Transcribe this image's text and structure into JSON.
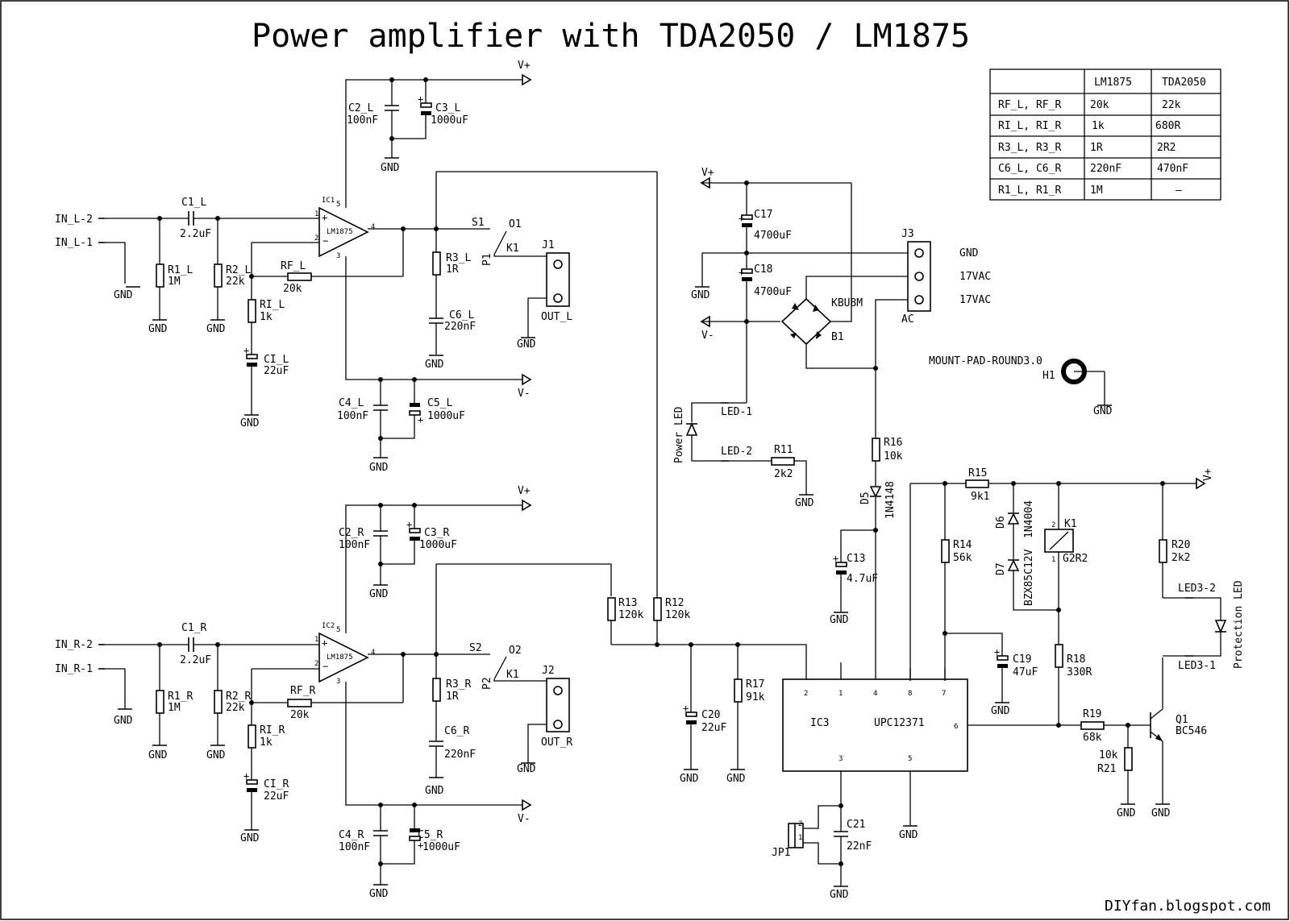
{
  "title": "Power amplifier with TDA2050 / LM1875",
  "footer": "DIYfan.blogspot.com",
  "accent_color": "#000000",
  "table": {
    "headers": [
      "",
      "LM1875",
      "TDA2050"
    ],
    "rows": [
      [
        "RF_L, RF_R",
        "20k",
        "22k"
      ],
      [
        "RI_L, RI_R",
        "1k",
        "680R"
      ],
      [
        "R3_L, R3_R",
        "1R",
        "2R2"
      ],
      [
        "C6_L, C6_R",
        "220nF",
        "470nF"
      ],
      [
        "R1_L, R1_R",
        "1M",
        "—"
      ]
    ]
  },
  "nets": {
    "vplus": "V+",
    "vminus": "V-",
    "gnd": "GND"
  },
  "left": {
    "in2": "IN_L-2",
    "in1": "IN_L-1",
    "c1": "C1_L",
    "c1v": "2.2uF",
    "r1": "R1_L",
    "r1v": "1M",
    "r2": "R2_L",
    "r2v": "22k",
    "rf": "RF_L",
    "rfv": "20k",
    "ri": "RI_L",
    "riv": "1k",
    "ci": "CI_L",
    "civ": "22uF",
    "ic": "IC1",
    "icpart": "LM1875",
    "c2": "C2_L",
    "c2v": "100nF",
    "c3": "C3_L",
    "c3v": "1000uF",
    "c4": "C4_L",
    "c4v": "100nF",
    "c5": "C5_L",
    "c5v": "1000uF",
    "r3": "R3_L",
    "r3v": "1R",
    "c6": "C6_L",
    "c6v": "220nF",
    "s": "S1",
    "o": "O1",
    "p": "P1",
    "k": "K1",
    "j": "J1",
    "out": "OUT_L"
  },
  "right": {
    "in2": "IN_R-2",
    "in1": "IN_R-1",
    "c1": "C1_R",
    "c1v": "2.2uF",
    "r1": "R1_R",
    "r1v": "1M",
    "r2": "R2_R",
    "r2v": "22k",
    "rf": "RF_R",
    "rfv": "20k",
    "ri": "RI_R",
    "riv": "1k",
    "ci": "CI_R",
    "civ": "22uF",
    "ic": "IC2",
    "icpart": "LM1875",
    "c2": "C2_R",
    "c2v": "100nF",
    "c3": "C3_R",
    "c3v": "1000uF",
    "c4": "C4_R",
    "c4v": "100nF",
    "c5": "C5_R",
    "c5v": "1000uF",
    "r3": "R3_R",
    "r3v": "1R",
    "c6": "C6_R",
    "c6v": "220nF",
    "s": "S2",
    "o": "O2",
    "p": "P2",
    "k": "K1",
    "j": "J2",
    "out": "OUT_R"
  },
  "supply": {
    "c17": "C17",
    "c17v": "4700uF",
    "c18": "C18",
    "c18v": "4700uF",
    "bridge": "KBU8M",
    "b1": "B1",
    "j3": "J3",
    "ac": "AC",
    "gnd_label": "GND",
    "vac1": "17VAC",
    "vac2": "17VAC",
    "mount": "MOUNT-PAD-ROUND3.0",
    "h1": "H1",
    "power_led": "Power LED",
    "led1": "LED-1",
    "led2": "LED-2",
    "r11": "R11",
    "r11v": "2k2"
  },
  "protect": {
    "r16": "R16",
    "r16v": "10k",
    "d5": "D5",
    "d5v": "1N4148",
    "c13": "C13",
    "c13v": "4.7uF",
    "r15": "R15",
    "r15v": "9k1",
    "d6": "D6",
    "d6v": "1N4004",
    "d7": "D7",
    "d7v": "BZX85C12V",
    "k1": "K1",
    "k1v": "G2R2",
    "r14": "R14",
    "r14v": "56k",
    "c19": "C19",
    "c19v": "47uF",
    "r18": "R18",
    "r18v": "330R",
    "r13": "R13",
    "r13v": "120k",
    "r12": "R12",
    "r12v": "120k",
    "c20": "C20",
    "c20v": "22uF",
    "r17": "R17",
    "r17v": "91k",
    "ic3": "IC3",
    "ic3v": "UPC12371",
    "c21": "C21",
    "c21v": "22nF",
    "jp1": "JP1",
    "r19": "R19",
    "r19v": "68k",
    "r21": "R21",
    "r21v": "10k",
    "q1": "Q1",
    "q1v": "BC546",
    "r20": "R20",
    "r20v": "2k2",
    "led3_2": "LED3-2",
    "led3_1": "LED3-1",
    "prot_led": "Protection LED"
  }
}
